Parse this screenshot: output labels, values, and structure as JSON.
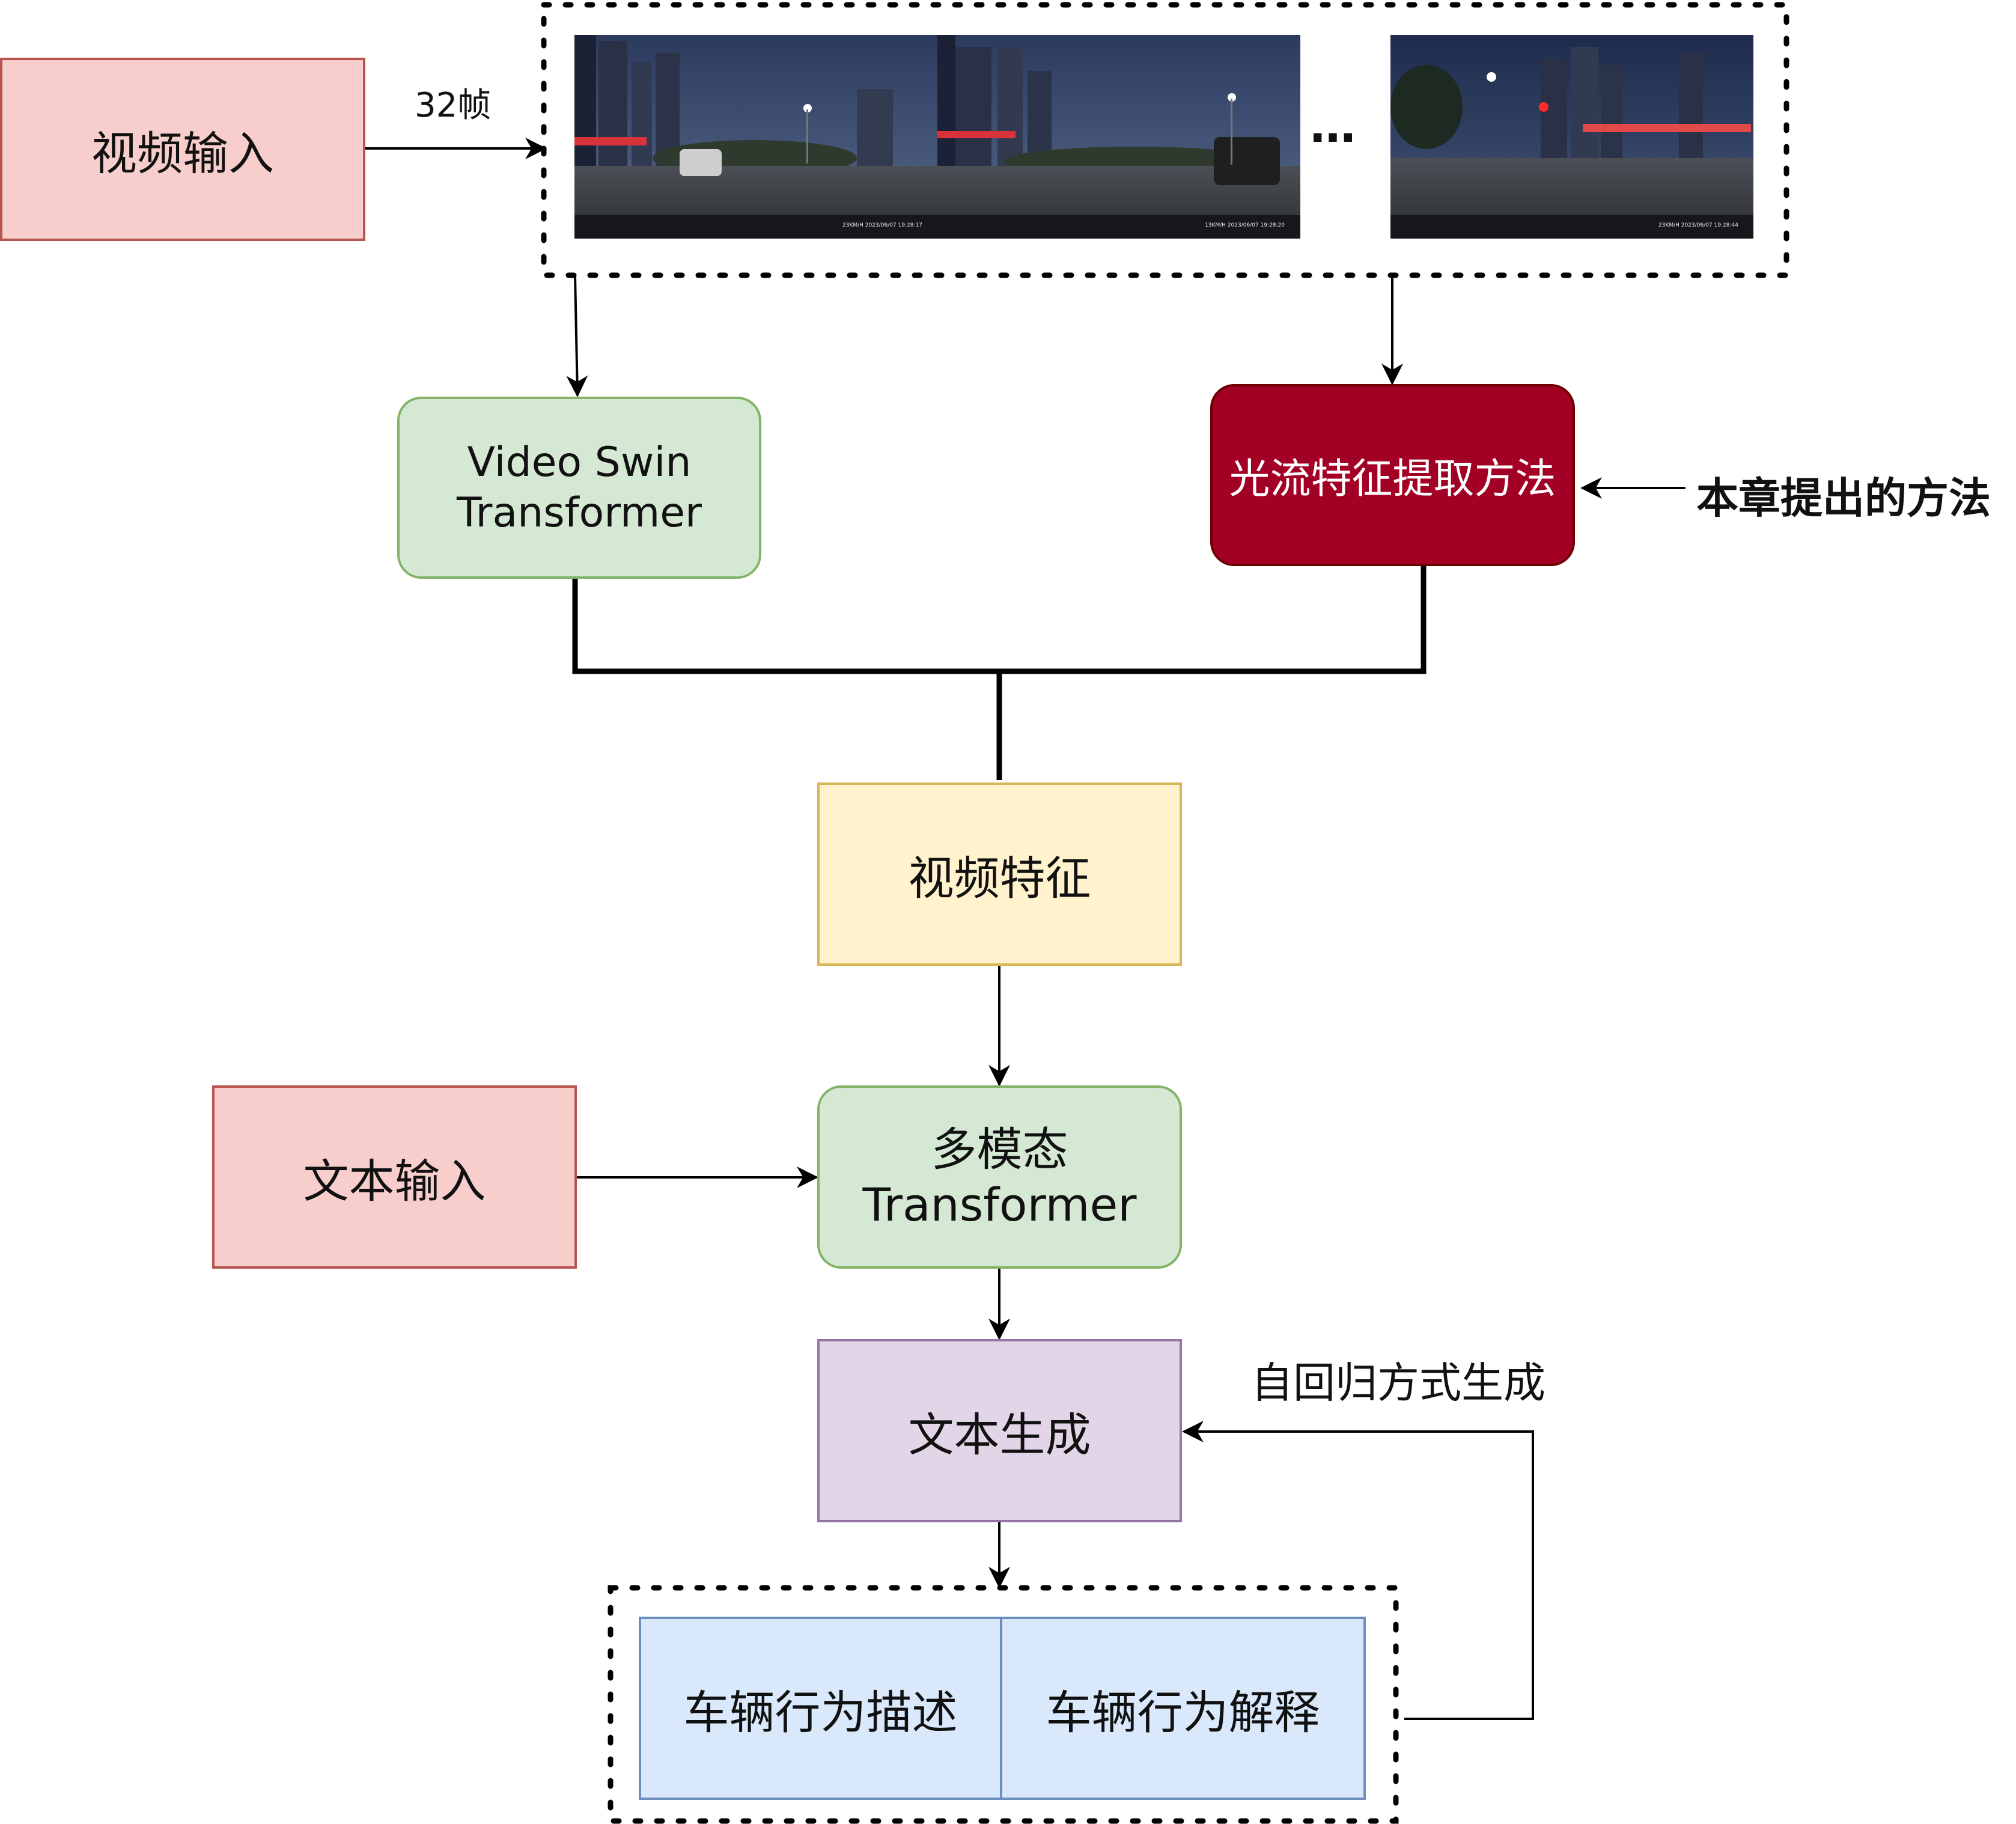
{
  "input_video": {
    "label": "视频输入"
  },
  "input_text": {
    "label": "文本输入"
  },
  "frames": {
    "count_label": "32帧",
    "ellipsis": "…",
    "items": [
      {
        "name": "frame-1",
        "overlay": "23KM/H  2023/06/07  19:28:17"
      },
      {
        "name": "frame-2",
        "overlay": "13KM/H  2023/06/07  19:28:20"
      },
      {
        "name": "frame-32",
        "overlay": "23KM/H  2023/06/07  19:28:44"
      }
    ]
  },
  "encoders": {
    "swin_line1": "Video Swin",
    "swin_line2": "Transformer",
    "optical_flow": "光流特征提取方法",
    "method_note": "本章提出的方法"
  },
  "video_feature": {
    "label": "视频特征"
  },
  "multimodal": {
    "line1": "多模态",
    "line2": "Transformer"
  },
  "text_generation": {
    "label": "文本生成",
    "loop_label": "自回归方式生成"
  },
  "outputs": {
    "describe": "车辆行为描述",
    "explain": "车辆行为解释"
  },
  "colors": {
    "input_fill": "#f8cecc",
    "input_stroke": "#b85450",
    "encoder_fill": "#d5e8d4",
    "encoder_stroke": "#82b366",
    "method_fill": "#a20025",
    "method_stroke": "#6f0000",
    "feature_fill": "#fff2cc",
    "feature_stroke": "#d6b656",
    "generation_fill": "#e1d5e7",
    "generation_stroke": "#9673a6",
    "output_fill": "#dae8fc",
    "output_stroke": "#6c8ebf"
  }
}
